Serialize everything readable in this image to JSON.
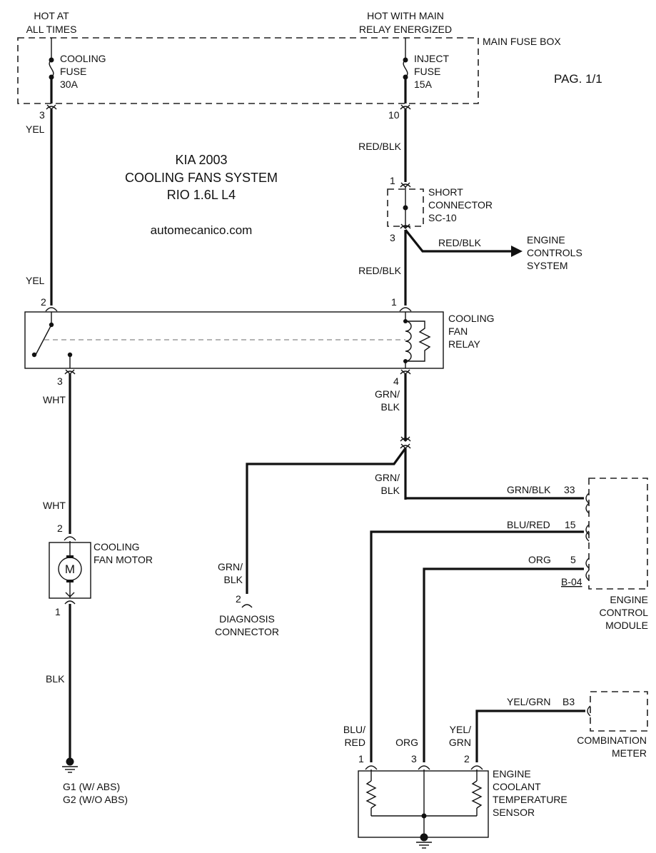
{
  "title": {
    "line1": "KIA 2003",
    "line2": "COOLING FANS SYSTEM",
    "line3": "RIO 1.6L L4"
  },
  "website": "automecanico.com",
  "page_label": "PAG. 1/1",
  "power": {
    "hot_at_all_times": [
      "HOT AT",
      "ALL TIMES"
    ],
    "hot_with_main_relay": [
      "HOT WITH MAIN",
      "RELAY ENERGIZED"
    ],
    "main_fuse_box": "MAIN FUSE BOX"
  },
  "fuses": {
    "cooling": [
      "COOLING",
      "FUSE",
      "30A"
    ],
    "inject": [
      "INJECT",
      "FUSE",
      "15A"
    ]
  },
  "short_connector": [
    "SHORT",
    "CONNECTOR",
    "SC-10"
  ],
  "engine_controls_system": [
    "ENGINE",
    "CONTROLS",
    "SYSTEM"
  ],
  "cooling_fan_relay": [
    "COOLING",
    "FAN",
    "RELAY"
  ],
  "cooling_fan_motor": [
    "COOLING",
    "FAN MOTOR"
  ],
  "motor_symbol": "M",
  "diagnosis_connector": [
    "DIAGNOSIS",
    "CONNECTOR"
  ],
  "engine_control_module": [
    "ENGINE",
    "CONTROL",
    "MODULE"
  ],
  "ecm_connector_id": "B-04",
  "combination_meter": [
    "COMBINATION",
    "METER"
  ],
  "ect_sensor": [
    "ENGINE",
    "COOLANT",
    "TEMPERATURE",
    "SENSOR"
  ],
  "grounds": [
    "G1  (W/ ABS)",
    "G2  (W/O ABS)"
  ],
  "wire_colors": {
    "yel_top": "YEL",
    "yel_mid": "YEL",
    "red_blk_1": "RED/BLK",
    "red_blk_2": "RED/BLK",
    "red_blk_branch": "RED/BLK",
    "wht_1": "WHT",
    "wht_2": "WHT",
    "blk": "BLK",
    "grn_blk_relay": [
      "GRN/",
      "BLK"
    ],
    "grn_blk_split": [
      "GRN/",
      "BLK"
    ],
    "grn_blk_diag": [
      "GRN/",
      "BLK"
    ],
    "grn_blk_ecm": "GRN/BLK",
    "blu_red_ecm": "BLU/RED",
    "org_ecm": "ORG",
    "yel_grn_meter": "YEL/GRN",
    "blu_red_sensor": [
      "BLU/",
      "RED"
    ],
    "org_sensor": "ORG",
    "yel_grn_sensor": [
      "YEL/",
      "GRN"
    ]
  },
  "pins": {
    "cooling_fuse_out": "3",
    "inject_fuse_out": "10",
    "sc_in": "1",
    "sc_out": "3",
    "relay_2": "2",
    "relay_1": "1",
    "relay_3": "3",
    "relay_4": "4",
    "motor_2": "2",
    "motor_1": "1",
    "diag_2": "2",
    "ecm_33": "33",
    "ecm_15": "15",
    "ecm_5": "5",
    "meter_b3": "B3",
    "sensor_1": "1",
    "sensor_3": "3",
    "sensor_2": "2"
  }
}
